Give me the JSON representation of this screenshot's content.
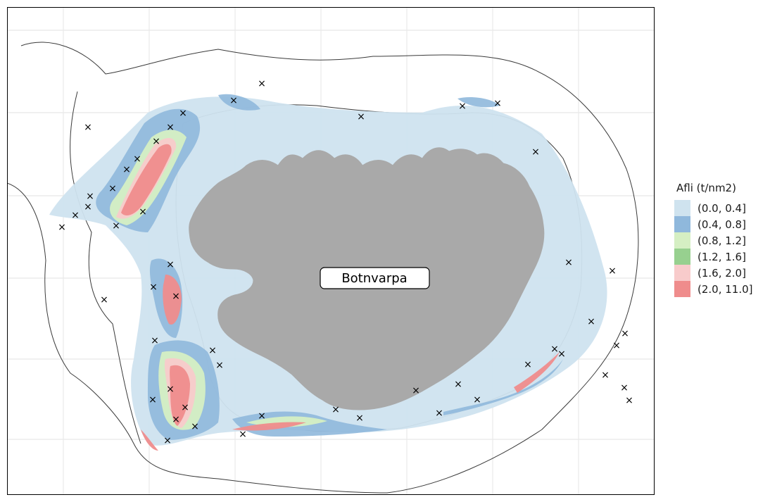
{
  "map": {
    "gear_label": "Botnvarpa",
    "background_color": "#ffffff",
    "land_color": "#a9a9a9",
    "grid_color": "#e8e8e8",
    "contour_color": "#3a3a3a",
    "marker": "×"
  },
  "legend": {
    "title": "Afli (t/nm2)",
    "bins": [
      {
        "label": "(0.0, 0.4]",
        "color": "#cfe3ef"
      },
      {
        "label": "(0.4, 0.8]",
        "color": "#8fb8dc"
      },
      {
        "label": "(0.8, 1.2]",
        "color": "#d5efc3"
      },
      {
        "label": "(1.2, 1.6]",
        "color": "#97d08f"
      },
      {
        "label": "(1.6, 2.0]",
        "color": "#f8cbcb"
      },
      {
        "label": "(2.0, 11.0]",
        "color": "#ef8c8c"
      }
    ]
  }
}
